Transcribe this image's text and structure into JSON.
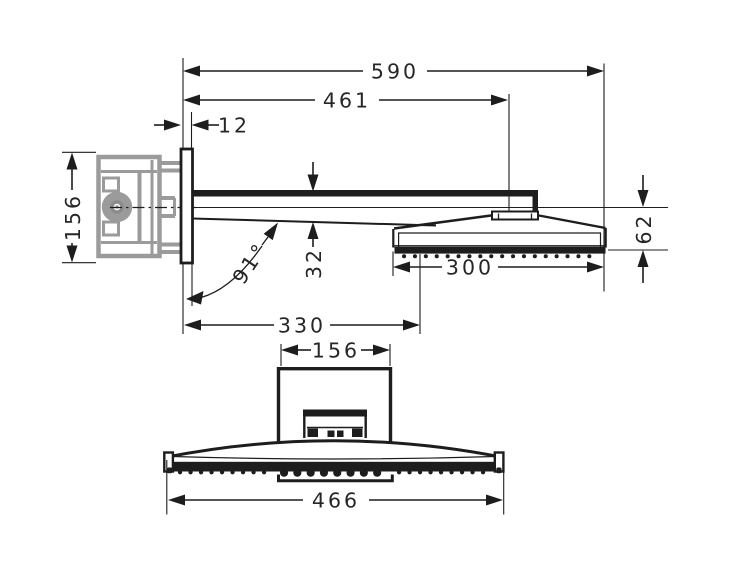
{
  "drawing": {
    "background": "#ffffff",
    "line_color": "#1d1d1d",
    "bracket_color": "#9b9b9b",
    "text_color": "#262626",
    "side_view": {
      "dims": {
        "total_reach": "590",
        "arm_reach": "461",
        "plate_thickness": "12",
        "plate_height": "156",
        "arm_angle": "91°",
        "arm_height": "32",
        "head_depth": "300",
        "head_edge_height": "62",
        "wall_to_jets": "330"
      }
    },
    "front_view": {
      "dims": {
        "housing_width": "156",
        "head_width": "466"
      }
    }
  }
}
